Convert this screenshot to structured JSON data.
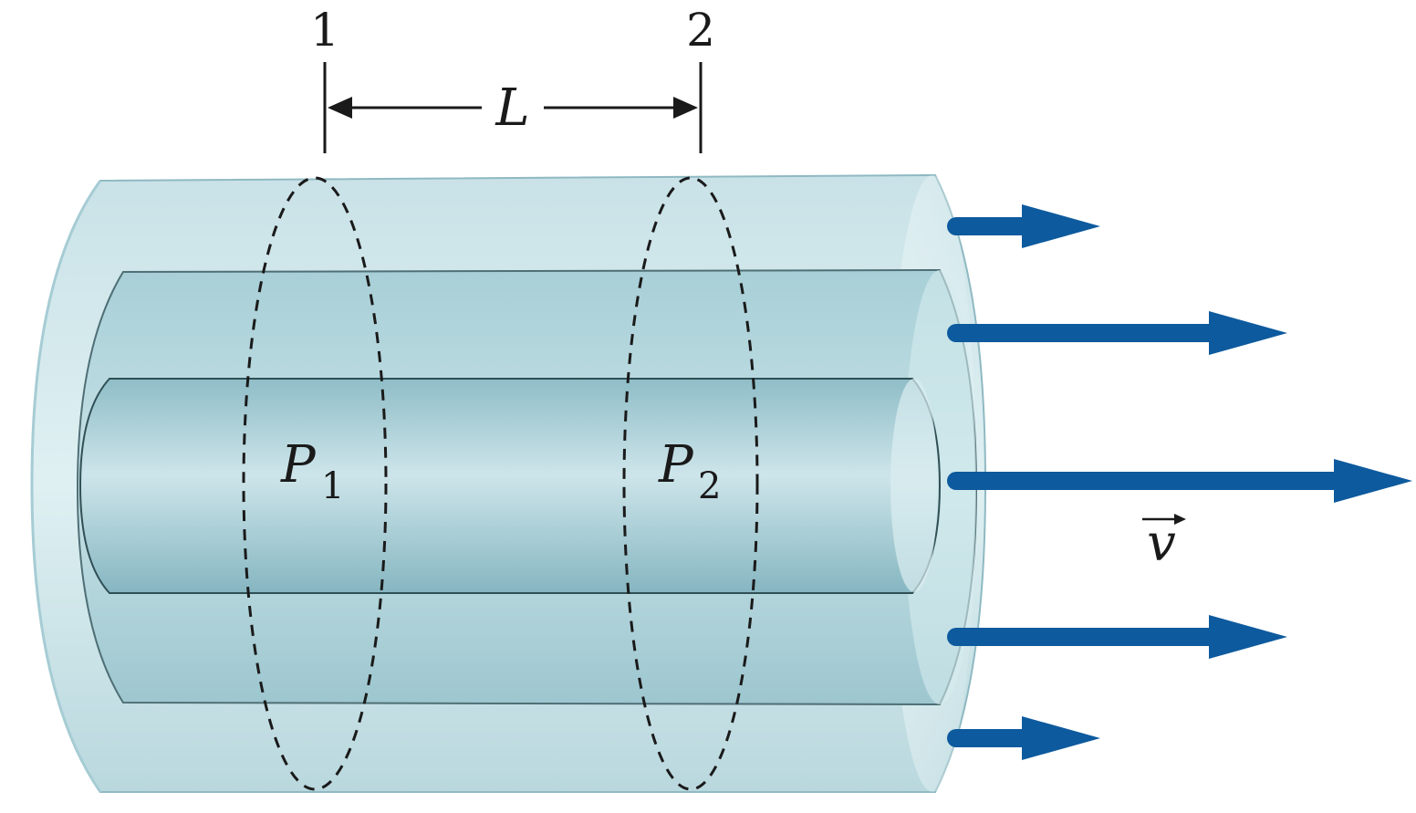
{
  "figure": {
    "section_1_label": "1",
    "section_2_label": "2",
    "length_label": "L",
    "pressure_1": {
      "symbol": "P",
      "subscript": "1"
    },
    "pressure_2": {
      "symbol": "P",
      "subscript": "2"
    },
    "velocity_label": "v"
  },
  "colors": {
    "arrow": "#0d5a9e",
    "tube_light": "#cfe6ea",
    "tube_mid": "#a9d0d8",
    "tube_dark": "#7fb2bd",
    "ink": "#1a1a1a"
  },
  "velocity_profile": {
    "layers": [
      "outer-top",
      "middle-top",
      "center",
      "middle-bottom",
      "outer-bottom"
    ],
    "relative_speeds": [
      0.4,
      0.8,
      1.0,
      0.8,
      0.4
    ]
  }
}
